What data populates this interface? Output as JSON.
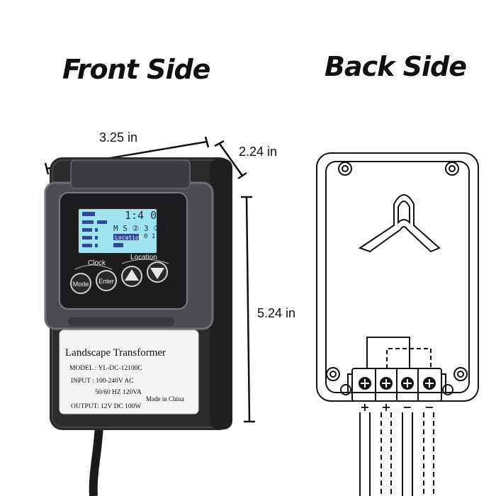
{
  "headings": {
    "front": "Front Side",
    "back": "Back Side"
  },
  "dimensions": {
    "width": "3.25 in",
    "depth": "2.24 in",
    "height": "5.24 in"
  },
  "device": {
    "lcd": {
      "time": "1:4 0",
      "date": "M  S ② 3 ② 2",
      "mode_text": "Location",
      "right_digits": "0 1"
    },
    "panel_labels": {
      "clock": "Clock",
      "location": "Location"
    },
    "buttons": {
      "mode": "Mode",
      "enter": "Enter"
    },
    "label": {
      "title": "Landscape Transformer",
      "model": "MODEL : YL-DC-12100C",
      "input_line1": "INPUT  : 100-240V  AC",
      "input_line2": "50/60 HZ  120VA",
      "output": "OUTPUT: 12V DC 100W",
      "origin": "Made in China"
    }
  },
  "terminals": {
    "symbols": [
      "+",
      "+",
      "−",
      "−"
    ]
  },
  "colors": {
    "housing": "#2b2b2d",
    "lcd": "#9fe3f0",
    "label": "#f4f4f4"
  }
}
